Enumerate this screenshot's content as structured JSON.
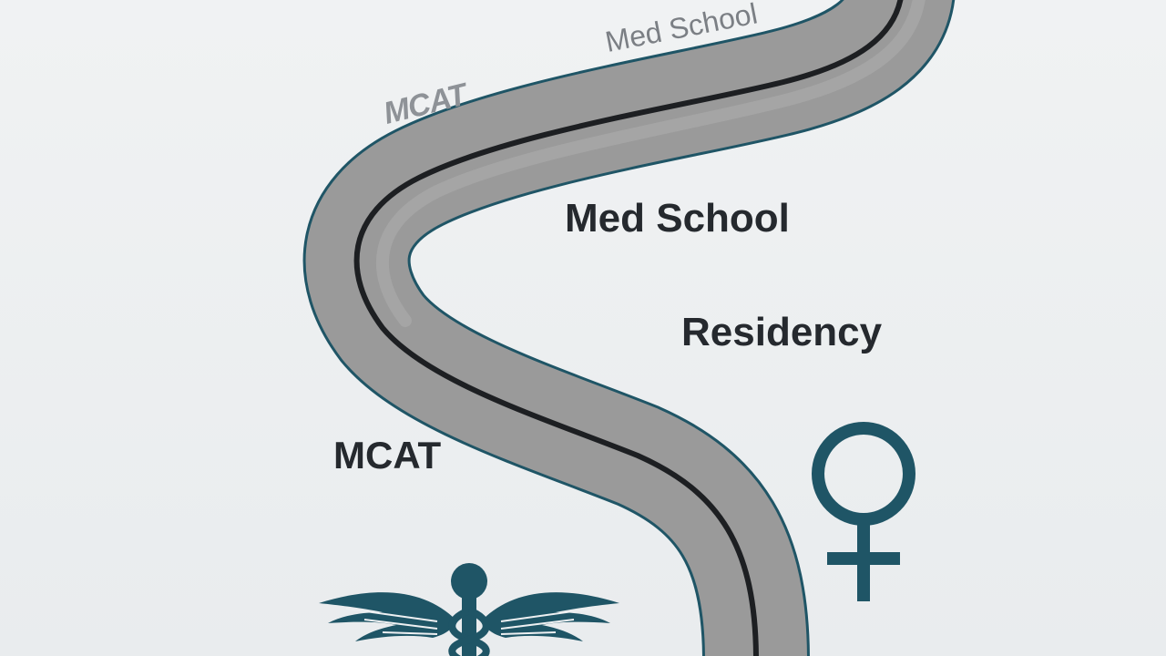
{
  "diagram": {
    "labels": {
      "med_school_faded": "Med School",
      "mcat_faded": "MCAT",
      "med_school": "Med School",
      "residency": "Residency",
      "mcat": "MCAT"
    },
    "icons": {
      "female_symbol": "female-symbol-icon",
      "caduceus": "caduceus-icon"
    },
    "colors": {
      "background": "#eef0f2",
      "road_fill": "#9a9a9a",
      "road_edge": "#1f5566",
      "road_center_line": "#1d1f22",
      "icon": "#1f5566",
      "label_text": "#25292e"
    }
  }
}
